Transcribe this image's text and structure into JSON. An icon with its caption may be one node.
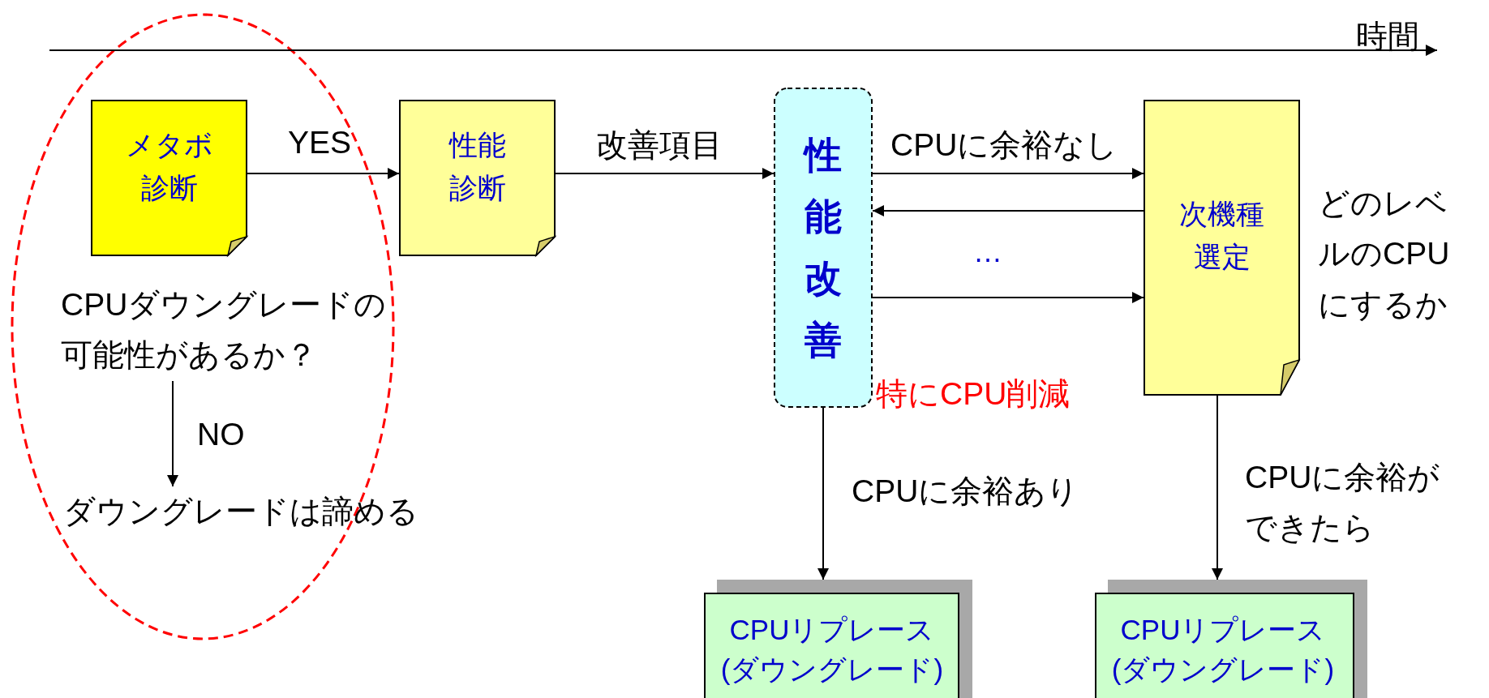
{
  "diagram": {
    "nodes": [
      {
        "text": [
          "メタボ診断"
        ]
      },
      {
        "text": [
          "性能診断"
        ]
      },
      {
        "text": [
          "CPUダウングレードの可能性があるか？"
        ]
      },
      {
        "text": [
          "ダウングレードは諦める"
        ]
      },
      {
        "text": [
          "性能改善"
        ],
        "beside": [
          "特にCPU削減"
        ]
      },
      {
        "text": [
          "次機種選定"
        ],
        "beside": [
          "どのレベルのCPUにするか"
        ]
      },
      {
        "text": [
          "CPUリプレース(ダウングレード)"
        ]
      },
      {
        "text": [
          "CPUリプレース(ダウングレード)"
        ]
      }
    ],
    "edges": [
      {
        "from": 0,
        "to": 1,
        "arrow": "to",
        "label": "YES"
      },
      {
        "from": 1,
        "to": 4,
        "arrow": "to",
        "label": "改善項目"
      },
      {
        "from": 4,
        "to": 5,
        "arrow": "to",
        "label": "CPUに余裕なし"
      },
      {
        "from": 5,
        "to": 4,
        "arrow": "to"
      },
      {
        "from": 4,
        "to": 5,
        "arrow": "to"
      },
      {
        "from": 2,
        "to": 3,
        "arrow": "to",
        "label": "NO"
      },
      {
        "from": 4,
        "to": 6,
        "arrow": "to",
        "label": "CPUに余裕あり"
      },
      {
        "from": 5,
        "to": 7,
        "arrow": "to",
        "label": "CPUに余裕ができたら"
      }
    ],
    "labels": [
      "時間",
      "…"
    ]
  }
}
